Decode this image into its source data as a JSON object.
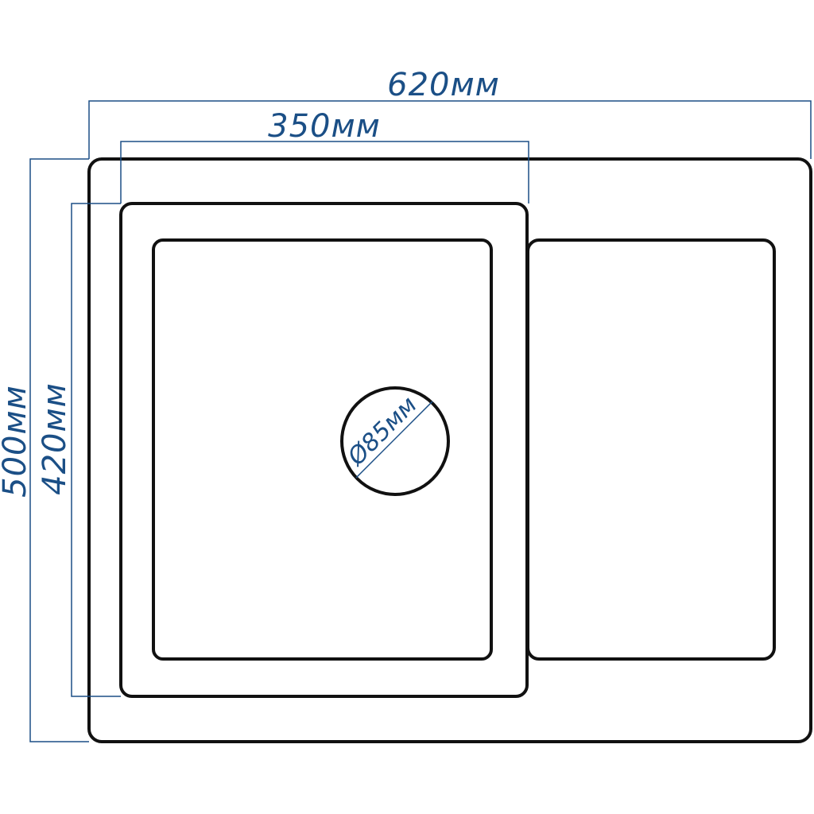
{
  "dimensions": {
    "overall_width": "620мм",
    "bowl_width": "350мм",
    "overall_height": "500мм",
    "bowl_height": "420мм",
    "drain_diameter": "Ø85мм"
  },
  "colors": {
    "outline": "#111111",
    "dimension": "#1b4f86"
  }
}
